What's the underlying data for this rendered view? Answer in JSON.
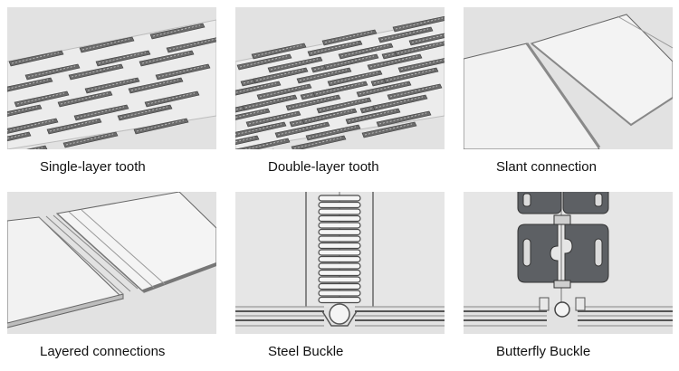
{
  "splice_types": [
    {
      "label": "Single-layer tooth",
      "illustration": "single-layer-tooth-diagram"
    },
    {
      "label": "Double-layer tooth",
      "illustration": "double-layer-tooth-diagram"
    },
    {
      "label": "Slant connection",
      "illustration": "slant-connection-diagram"
    },
    {
      "label": "Layered connections",
      "illustration": "layered-connections-diagram"
    },
    {
      "label": "Steel Buckle",
      "illustration": "steel-buckle-diagram"
    },
    {
      "label": "Butterfly Buckle",
      "illustration": "butterfly-buckle-diagram"
    }
  ],
  "colors": {
    "panel_background": "#e2e2e2",
    "belt_fill": "#f2f2f2",
    "outline": "#5a5a5a",
    "metal": "#c9c9c9",
    "buckle_dark": "#5d6064"
  }
}
